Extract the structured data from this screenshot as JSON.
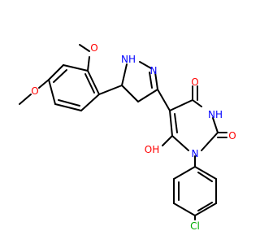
{
  "atoms": {
    "o_top": "O",
    "o_left": "O",
    "nh_pyrazoline": "NH",
    "n_pyrazoline": "N",
    "o_carbonyl_top": "O",
    "nh_pyrimidine": "NH",
    "o_carbonyl_right": "O",
    "oh": "OH",
    "n_pyrimidine": "N",
    "cl": "Cl"
  },
  "colors": {
    "oxygen": "#ff0000",
    "nitrogen": "#0000ff",
    "chlorine": "#00aa00",
    "bond": "#000000"
  }
}
